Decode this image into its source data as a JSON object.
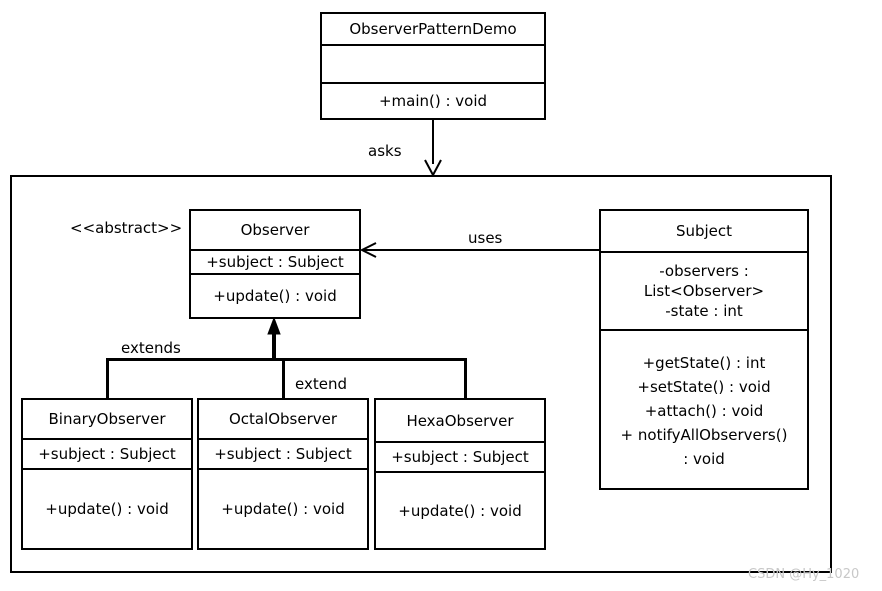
{
  "demo": {
    "name": "ObserverPatternDemo",
    "method": "+main() : void"
  },
  "observer": {
    "stereotype": "<<abstract>>",
    "name": "Observer",
    "attribute": "+subject : Subject",
    "method": "+update() : void"
  },
  "subject": {
    "name": "Subject",
    "attributes": [
      "-observers :",
      "List<Observer>",
      "-state : int"
    ],
    "methods": [
      "+getState() : int",
      "+setState() : void",
      "+attach() : void",
      "+ notifyAllObservers()",
      ": void"
    ]
  },
  "observers": [
    {
      "name": "BinaryObserver",
      "attribute": "+subject : Subject",
      "method": "+update() : void"
    },
    {
      "name": "OctalObserver",
      "attribute": "+subject : Subject",
      "method": "+update() : void"
    },
    {
      "name": "HexaObserver",
      "attribute": "+subject : Subject",
      "method": "+update() : void"
    }
  ],
  "labels": {
    "asks": "asks",
    "uses": "uses",
    "extends": "extends",
    "extend": "extend"
  },
  "watermark": "CSDN @Hy_1020"
}
